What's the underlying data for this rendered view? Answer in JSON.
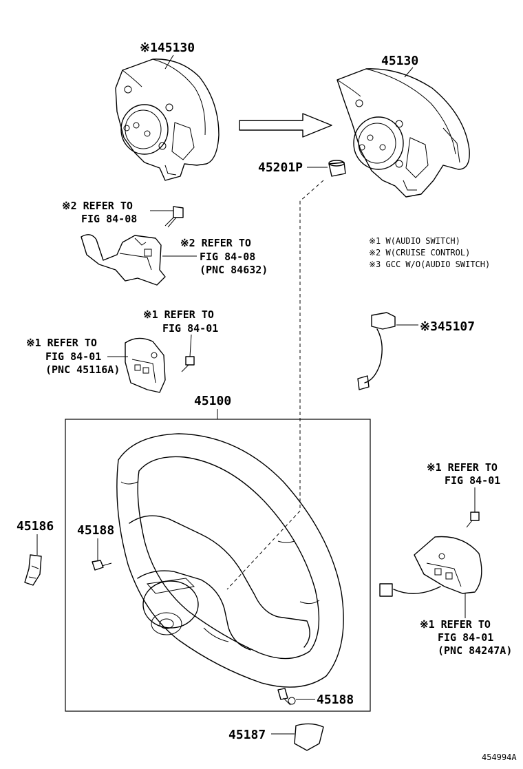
{
  "labels": {
    "p_x145130": "※145130",
    "p_45130": "45130",
    "p_45201p": "45201P",
    "ref_2a_line1": "※2 REFER TO",
    "ref_2a_line2": "FIG 84-08",
    "ref_2b_line1": "※2 REFER TO",
    "ref_2b_line2": "FIG 84-08",
    "ref_2b_line3": "(PNC 84632)",
    "note_1": "※1 W(AUDIO SWITCH)",
    "note_2": "※2 W(CRUISE CONTROL)",
    "note_3": "※3 GCC W/O(AUDIO SWITCH)",
    "ref_1a_line1": "※1 REFER TO",
    "ref_1a_line2": "FIG 84-01",
    "ref_1b_line1": "※1 REFER TO",
    "ref_1b_line2": "FIG 84-01",
    "ref_1b_line3": "(PNC 45116A)",
    "p_x345107": "※345107",
    "p_45100": "45100",
    "p_45186": "45186",
    "p_45188_a": "45188",
    "p_45188_b": "45188",
    "p_45187": "45187",
    "ref_1c_line1": "※1 REFER TO",
    "ref_1c_line2": "FIG 84-01",
    "ref_1d_line1": "※1 REFER TO",
    "ref_1d_line2": "FIG 84-01",
    "ref_1d_line3": "(PNC 84247A)",
    "figure_code": "454994A"
  }
}
